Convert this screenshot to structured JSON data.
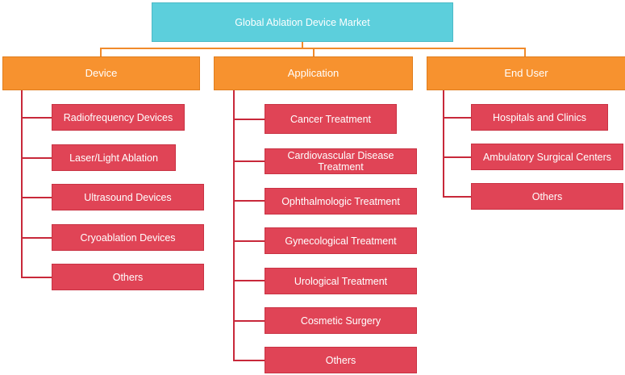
{
  "root": {
    "label": "Global Ablation Device Market"
  },
  "categories": [
    {
      "label": "Device",
      "items": [
        "Radiofrequency Devices",
        "Laser/Light Ablation",
        "Ultrasound Devices",
        "Cryoablation Devices",
        "Others"
      ]
    },
    {
      "label": "Application",
      "items": [
        "Cancer Treatment",
        "Cardiovascular Disease Treatment",
        "Ophthalmologic Treatment",
        "Gynecological Treatment",
        "Urological Treatment",
        "Cosmetic Surgery",
        "Others"
      ]
    },
    {
      "label": "End User",
      "items": [
        "Hospitals and Clinics",
        "Ambulatory Surgical Centers",
        "Others"
      ]
    }
  ],
  "colors": {
    "root": "#5ccfdc",
    "category": "#f7922f",
    "leaf": "#e04456",
    "connector": "#c8283a"
  }
}
